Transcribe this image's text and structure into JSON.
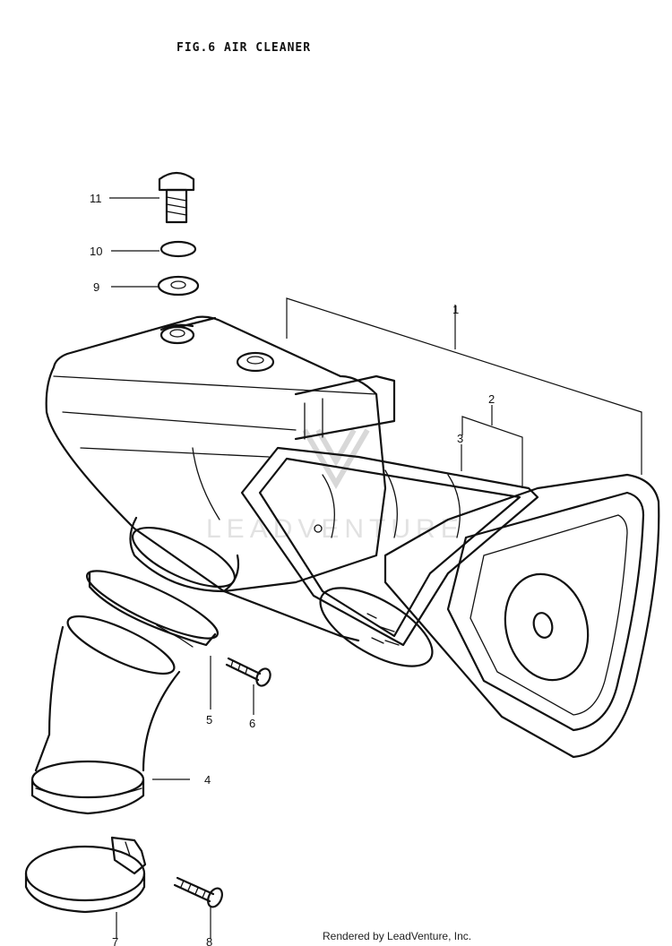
{
  "title": "FIG.6  AIR CLEANER",
  "footer": "Rendered by LeadVenture, Inc.",
  "watermark": "LEADVENTURE",
  "callouts": [
    "1",
    "2",
    "3",
    "4",
    "5",
    "6",
    "7",
    "8",
    "9",
    "10",
    "11"
  ],
  "colors": {
    "ink": "#111111",
    "paper": "#ffffff",
    "watermark": "#d8d8d8"
  }
}
